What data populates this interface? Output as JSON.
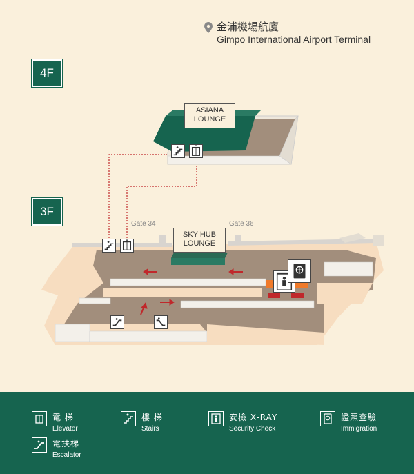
{
  "header": {
    "title_kr": "金浦機場航廈",
    "title_en": "Gimpo International Airport Terminal"
  },
  "floors": {
    "upper": "4F",
    "lower": "3F"
  },
  "lounges": {
    "asiana_line1": "ASIANA",
    "asiana_line2": "LOUNGE",
    "skyhub_line1": "SKY HUB",
    "skyhub_line2": "LOUNGE"
  },
  "gates": {
    "left": "Gate 34",
    "right": "Gate 36"
  },
  "legend": {
    "elevator_kr": "電 梯",
    "elevator_en": "Elevator",
    "stairs_kr": "樓 梯",
    "stairs_en": "Stairs",
    "security_kr": "安檢 X-RAY",
    "security_en": "Security Check",
    "immigration_kr": "證照查驗",
    "immigration_en": "Immigration",
    "escalator_kr": "電扶梯",
    "escalator_en": "Escalator"
  },
  "colors": {
    "background": "#faf0dc",
    "brand_green": "#16644f",
    "floor_brown": "#a28e7c",
    "corridor": "#f7ddc0",
    "path_red": "#c0282b",
    "security_orange": "#f07a2a"
  },
  "icons": {
    "elevator": "elevator-icon",
    "stairs": "stairs-icon",
    "escalator": "escalator-icon",
    "security": "security-check-icon",
    "immigration": "immigration-icon",
    "location": "location-pin-icon"
  }
}
